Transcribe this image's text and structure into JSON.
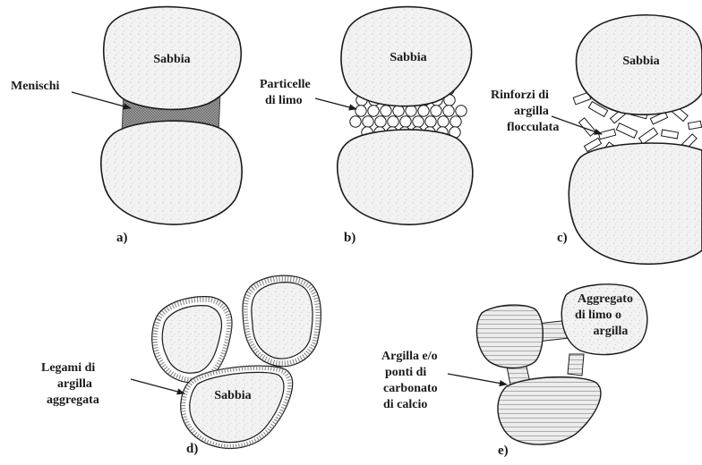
{
  "panel_a": {
    "label_top": "Sabbia",
    "callout": "Menischi",
    "caption": "a)"
  },
  "panel_b": {
    "label_top": "Sabbia",
    "callout_line1": "Particelle",
    "callout_line2": "di limo",
    "caption": "b)"
  },
  "panel_c": {
    "label_top": "Sabbia",
    "callout_line1": "Rinforzi di",
    "callout_line2": "argilla",
    "callout_line3": "flocculata",
    "caption": "c)"
  },
  "panel_d": {
    "label_grain": "Sabbia",
    "callout_line1": "Legami di",
    "callout_line2": "argilla",
    "callout_line3": "aggregata",
    "caption": "d)"
  },
  "panel_e": {
    "aggregate_line1": "Aggregato",
    "aggregate_line2": "di limo o",
    "aggregate_line3": "argilla",
    "callout_line1": "Argilla e/o",
    "callout_line2": "ponti di",
    "callout_line3": "carbonato",
    "callout_line4": "di calcio",
    "caption": "e)"
  }
}
